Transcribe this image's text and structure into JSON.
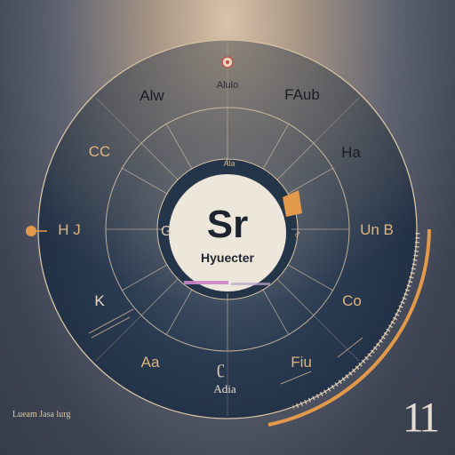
{
  "colors": {
    "accent_orange": "#e29a4a",
    "ring_line": "#d7c2a3",
    "inner_fill": "#ede6da",
    "dial_fill": "#253549"
  },
  "center": {
    "symbol": "Sr",
    "name": "Hyuecter"
  },
  "outer_labels": {
    "top": "Alulo",
    "top_left": "Alw",
    "top_right": "FAub",
    "left_upper": "CC",
    "right_upper": "Ha",
    "left": "H J",
    "right": "Un B",
    "left_lower": "K",
    "right_lower": "Co",
    "bottom_left": "Aa",
    "bottom": "Adia",
    "bottom_right": "Fiu"
  },
  "inner_labels": {
    "top": "Ala"
  },
  "big_number": "11",
  "footer": "Lueam Jasa lurg"
}
